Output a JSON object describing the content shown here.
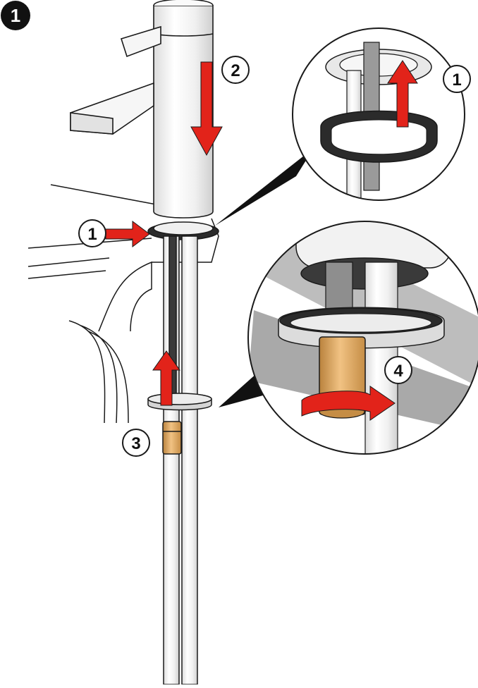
{
  "step": {
    "number": "1"
  },
  "callouts": {
    "escutcheon_up": "1",
    "escutcheon_side": "1",
    "faucet_down": "2",
    "nut_up": "3",
    "nut_tighten": "4"
  },
  "colors": {
    "arrow": "#e2231a",
    "outline": "#1a1a1a",
    "chrome": "#f4f4f4",
    "shadow": "#cfcfcf",
    "brass": "#d9a15a",
    "gasket": "#2b2b2b",
    "counter": "#bdbdbd",
    "badge": "#111111"
  }
}
